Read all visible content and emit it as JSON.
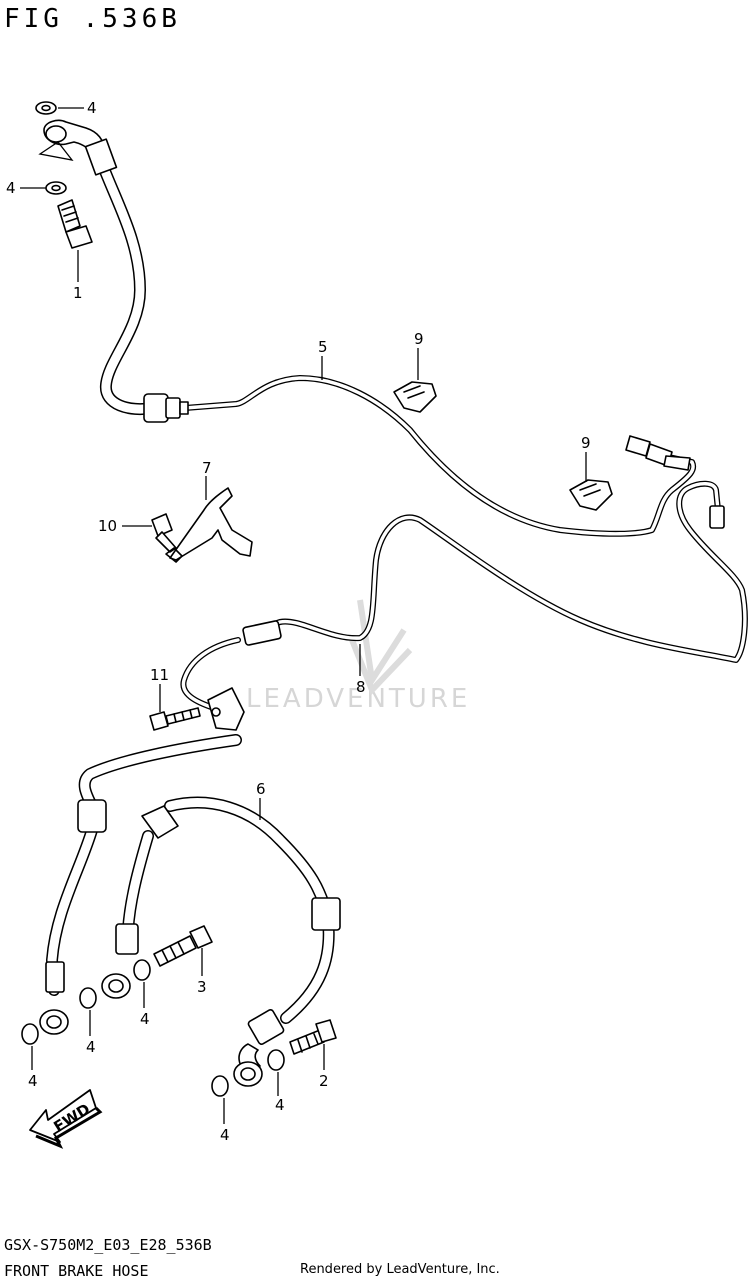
{
  "figure_title": "FIG .536B",
  "footer": {
    "model_code": "GSX-S750M2_E03_E28_536B",
    "part_group": "FRONT BRAKE HOSE",
    "rendered_by": "Rendered by LeadVenture, Inc."
  },
  "watermark": "LEADVENTURE",
  "fwd_label": "FWD",
  "callouts": {
    "c1": "1",
    "c2": "2",
    "c3": "3",
    "c4a": "4",
    "c4b": "4",
    "c4c": "4",
    "c4d": "4",
    "c4e": "4",
    "c4f": "4",
    "c4g": "4",
    "c5": "5",
    "c6": "6",
    "c7": "7",
    "c8": "8",
    "c9a": "9",
    "c9b": "9",
    "c10": "10",
    "c11": "11"
  }
}
